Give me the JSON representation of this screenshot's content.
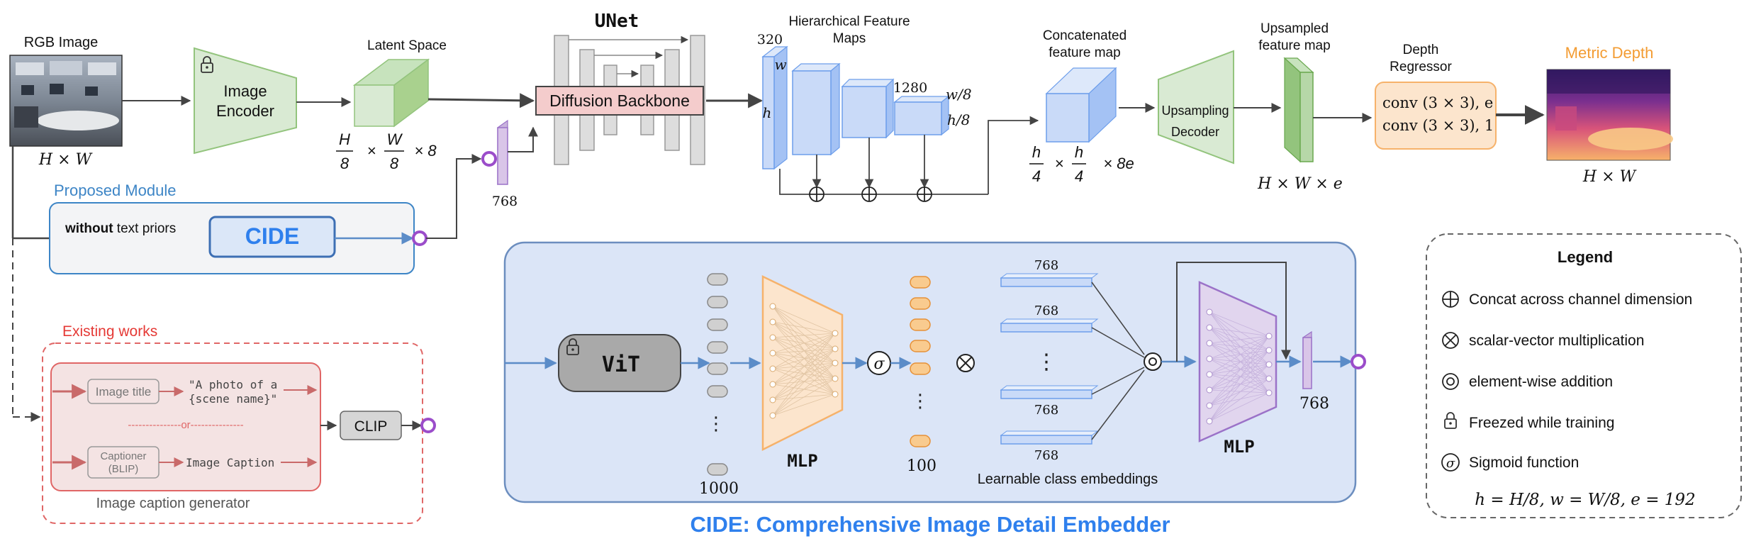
{
  "colors": {
    "encoder_green": "#d9ead3",
    "encoder_green_stroke": "#93c47d",
    "blue_box": "#c9daf8",
    "blue_stroke": "#6d9eeb",
    "cide_blue": "#3d85c6",
    "cide_text": "#2f80ed",
    "pink": "#f4cccc",
    "red_border": "#e06666",
    "orange_box": "#fce5cd",
    "orange_stroke": "#f6b26b",
    "purple": "#d9c5e8",
    "purple_stroke": "#9b72c8",
    "metric_orange": "#f39c33",
    "legend_border": "#666666"
  },
  "icons": {
    "lock": "lock-icon",
    "concat": "circle-plus-icon",
    "multiply": "circle-times-icon",
    "add": "double-circle-icon",
    "sigmoid": "sigma-circle-icon"
  },
  "pipeline": {
    "rgb_label": "RGB Image",
    "rgb_size": "H × W",
    "image_encoder": [
      "Image",
      "Encoder"
    ],
    "latent_label": "Latent Space",
    "latent_size": {
      "h": "H",
      "w": "W",
      "rest": "× 8",
      "times": "×",
      "den": "8"
    },
    "unet_label": "UNet",
    "diffusion_backbone": "Diffusion Backbone",
    "embedding_dim": "768",
    "hier_label": [
      "Hierarchical Feature",
      "Maps"
    ],
    "dim_320": "320",
    "dim_1280": "1280",
    "w_label": "w",
    "h_label": "h",
    "w8": "w/8",
    "h8": "h/8",
    "concat_label": [
      "Concatenated",
      "feature map"
    ],
    "concat_size": {
      "num": "h",
      "den": "4",
      "times": "×",
      "rest": "× 8e"
    },
    "upsampling_decoder": [
      "Upsampling",
      "Decoder"
    ],
    "upsampled_label": [
      "Upsampled",
      "feature map"
    ],
    "upsampled_size": "H × W × e",
    "depth_regressor": [
      "Depth",
      "Regressor"
    ],
    "regressor_lines": [
      "conv (3 × 3), e",
      "conv (3 × 3), 1"
    ],
    "metric_depth": "Metric Depth",
    "metric_size": "H × W"
  },
  "proposed": {
    "title": "Proposed Module",
    "without_bold": "without",
    "without_rest": " text priors",
    "cide": "CIDE"
  },
  "existing": {
    "title": "Existing works",
    "image_title": "Image title",
    "photo_text": [
      "\"A photo of a",
      "{scene name}\""
    ],
    "or": "---------------or---------------",
    "captioner": [
      "Captioner",
      "(BLIP)"
    ],
    "image_caption": "Image Caption",
    "clip": "CLIP",
    "generator": "Image caption generator"
  },
  "cide_detail": {
    "vit": "ViT",
    "mlp1": "MLP",
    "n1000": "1000",
    "n100": "100",
    "dim768": "768",
    "learnable": "Learnable class embeddings",
    "mlp2": "MLP",
    "out768": "768",
    "sigma": "σ",
    "caption": "CIDE: Comprehensive Image Detail Embedder"
  },
  "legend": {
    "title": "Legend",
    "items": [
      "Concat across channel dimension",
      "scalar-vector multiplication",
      "element-wise addition",
      "Freezed while training",
      "Sigmoid function"
    ],
    "formula": "h = H/8, w = W/8, e = 192"
  }
}
